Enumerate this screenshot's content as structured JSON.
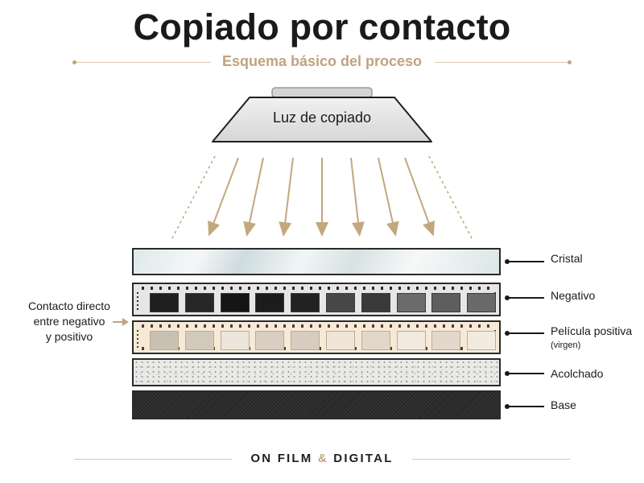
{
  "title": "Copiado por contacto",
  "subtitle": "Esquema básico del proceso",
  "lamp": {
    "label": "Luz de copiado"
  },
  "layers": {
    "glass": "Cristal",
    "negative": "Negativo",
    "positive": "Película positiva",
    "positive_note": "(virgen)",
    "padding": "Acolchado",
    "base": "Base"
  },
  "contact_note": {
    "line1": "Contacto directo",
    "line2": "entre negativo",
    "line3": "y positivo"
  },
  "negative_frame_tones": [
    "#1f1f1f",
    "#262626",
    "#151515",
    "#1c1c1c",
    "#222222",
    "#474747",
    "#3a3a3a",
    "#6b6b6b",
    "#5e5e5e",
    "#6a6a6a"
  ],
  "positive_frame_tones": [
    "#c9c0b4",
    "#d2c9bd",
    "#ece5dc",
    "#d8cfc2",
    "#d6cdc0",
    "#efe6d9",
    "#e2d8ca",
    "#f2eadf",
    "#e2d8cb",
    "#f3ebdf"
  ],
  "footer": {
    "left": "ON FILM",
    "amp": "&",
    "right": "DIGITAL"
  },
  "colors": {
    "accent": "#bfa47f",
    "ink": "#1a1a1a",
    "glow": "#ffd9a0"
  }
}
